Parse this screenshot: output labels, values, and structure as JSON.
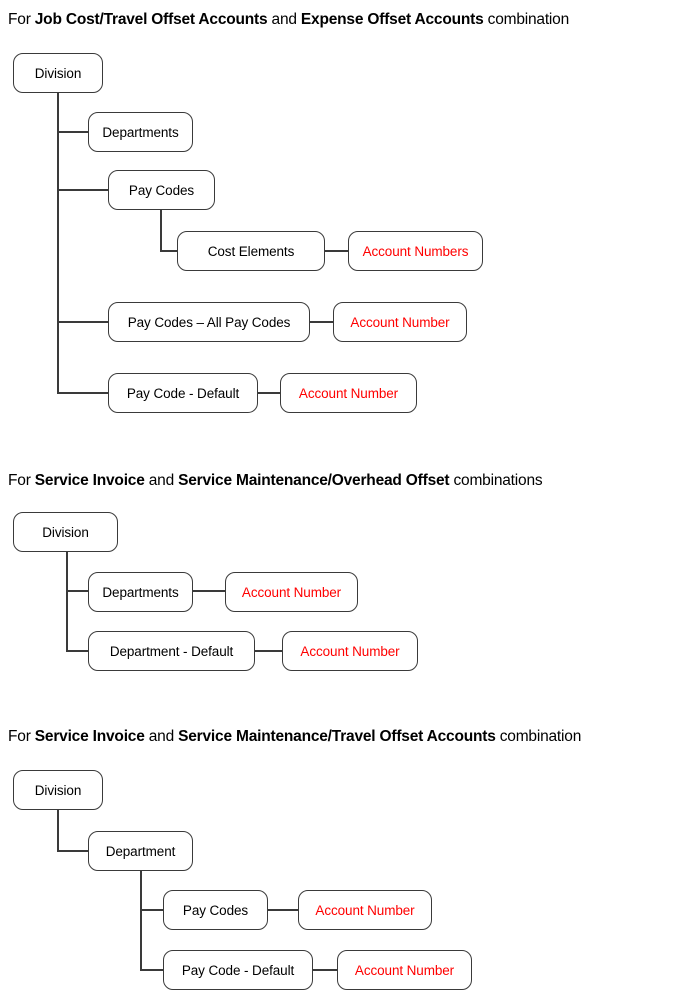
{
  "palette": {
    "background": "#ffffff",
    "box_border": "#3a3a3a",
    "box_text": "#000000",
    "connector": "#3a3a3a",
    "account_text": "#ff0000"
  },
  "sections": [
    {
      "heading": {
        "parts": [
          {
            "text": "For ",
            "bold": false
          },
          {
            "text": "Job Cost/Travel Offset Accounts",
            "bold": true
          },
          {
            "text": " and ",
            "bold": false
          },
          {
            "text": "Expense Offset Accounts",
            "bold": true
          },
          {
            "text": " combination",
            "bold": false
          }
        ]
      },
      "nodes": [
        {
          "label": "Division",
          "red": false
        },
        {
          "label": "Departments",
          "red": false
        },
        {
          "label": "Pay Codes",
          "red": false
        },
        {
          "label": "Cost Elements",
          "red": false
        },
        {
          "label": "Account Numbers",
          "red": true
        },
        {
          "label": "Pay Codes – All Pay Codes",
          "red": false
        },
        {
          "label": "Account Number",
          "red": true
        },
        {
          "label": "Pay Code - Default",
          "red": false
        },
        {
          "label": "Account Number",
          "red": true
        }
      ]
    },
    {
      "heading": {
        "parts": [
          {
            "text": "For ",
            "bold": false
          },
          {
            "text": "Service Invoice",
            "bold": true
          },
          {
            "text": " and ",
            "bold": false
          },
          {
            "text": "Service Maintenance/Overhead Offset",
            "bold": true
          },
          {
            "text": " combinations",
            "bold": false
          }
        ]
      },
      "nodes": [
        {
          "label": "Division",
          "red": false
        },
        {
          "label": "Departments",
          "red": false
        },
        {
          "label": "Account Number",
          "red": true
        },
        {
          "label": "Department - Default",
          "red": false
        },
        {
          "label": "Account Number",
          "red": true
        }
      ]
    },
    {
      "heading": {
        "parts": [
          {
            "text": "For ",
            "bold": false
          },
          {
            "text": "Service Invoice",
            "bold": true
          },
          {
            "text": " and ",
            "bold": false
          },
          {
            "text": "Service Maintenance/Travel Offset Accounts",
            "bold": true
          },
          {
            "text": " combination",
            "bold": false
          }
        ]
      },
      "nodes": [
        {
          "label": "Division",
          "red": false
        },
        {
          "label": "Department",
          "red": false
        },
        {
          "label": "Pay Codes",
          "red": false
        },
        {
          "label": "Account Number",
          "red": true
        },
        {
          "label": "Pay Code - Default",
          "red": false
        },
        {
          "label": "Account Number",
          "red": true
        }
      ]
    }
  ]
}
